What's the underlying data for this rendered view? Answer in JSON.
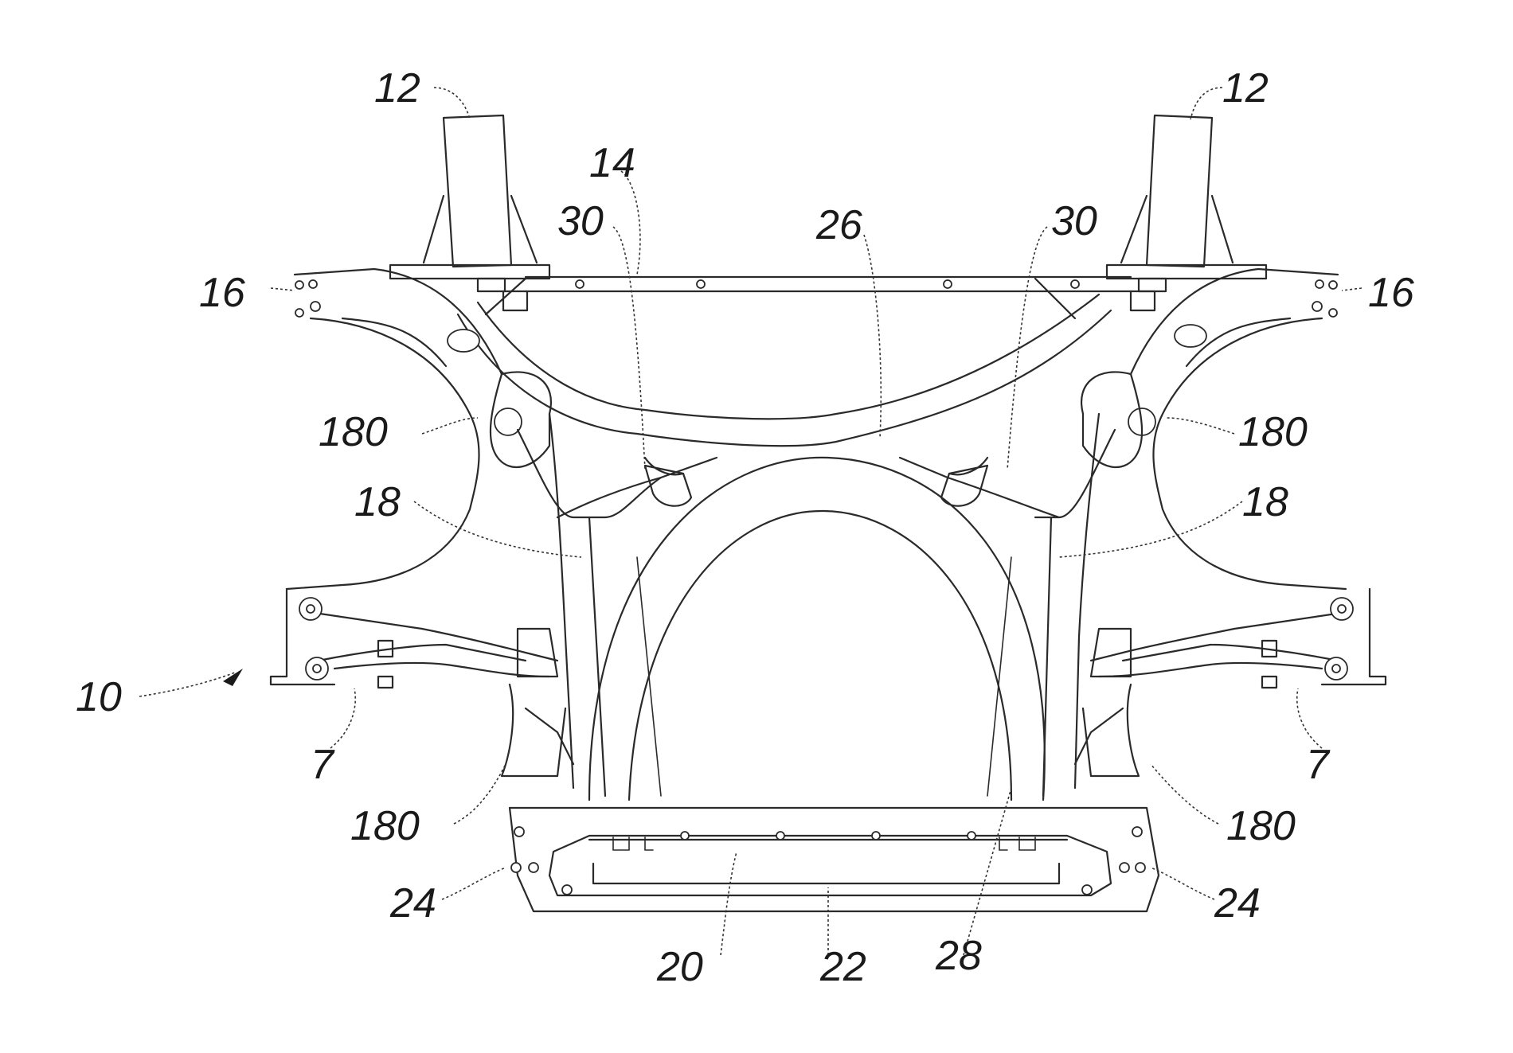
{
  "labels": {
    "l12a": "12",
    "l12b": "12",
    "l14": "14",
    "l30a": "30",
    "l30b": "30",
    "l26": "26",
    "l16a": "16",
    "l16b": "16",
    "l180a": "180",
    "l180b": "180",
    "l180c": "180",
    "l180d": "180",
    "l18a": "18",
    "l18b": "18",
    "l10": "10",
    "l7a": "7",
    "l7b": "7",
    "l24a": "24",
    "l24b": "24",
    "l20": "20",
    "l22": "22",
    "l28": "28"
  }
}
